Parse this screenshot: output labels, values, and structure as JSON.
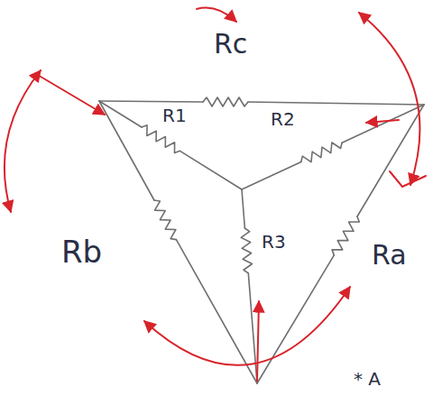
{
  "diagram": {
    "labels": [
      "Rc",
      "R1",
      "R2",
      "R3",
      "Rb",
      "Ra",
      "* A"
    ]
  }
}
